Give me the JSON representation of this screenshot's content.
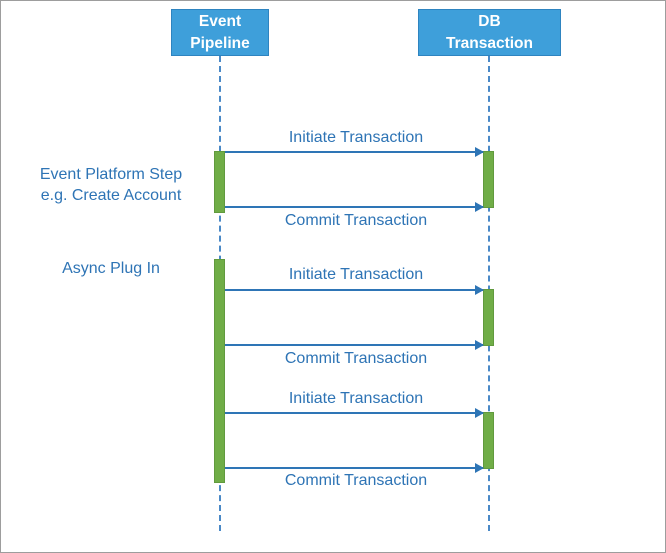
{
  "diagram": {
    "type": "sequence-diagram",
    "lifelines": [
      {
        "name": "Event Pipeline",
        "label_lines": [
          "Event",
          "Pipeline"
        ]
      },
      {
        "name": "DB Transaction",
        "label_lines": [
          "DB",
          "Transaction"
        ]
      }
    ],
    "side_labels": [
      {
        "lines": [
          "Event Platform Step",
          "e.g. Create Account"
        ]
      },
      {
        "lines": [
          "Async Plug In"
        ]
      }
    ],
    "messages": [
      {
        "label": "Initiate Transaction",
        "direction": "right"
      },
      {
        "label": "Commit Transaction",
        "direction": "right"
      },
      {
        "label": "Initiate Transaction",
        "direction": "right"
      },
      {
        "label": "Commit Transaction",
        "direction": "right"
      },
      {
        "label": "Initiate Transaction",
        "direction": "right"
      },
      {
        "label": "Commit Transaction",
        "direction": "right"
      }
    ],
    "colors": {
      "header_fill": "#3E9FDA",
      "header_text": "#FFFFFF",
      "lifeline": "#4A89C7",
      "activation_fill": "#70AD47",
      "message_line": "#2E75B6",
      "message_text": "#2E74B5"
    }
  }
}
